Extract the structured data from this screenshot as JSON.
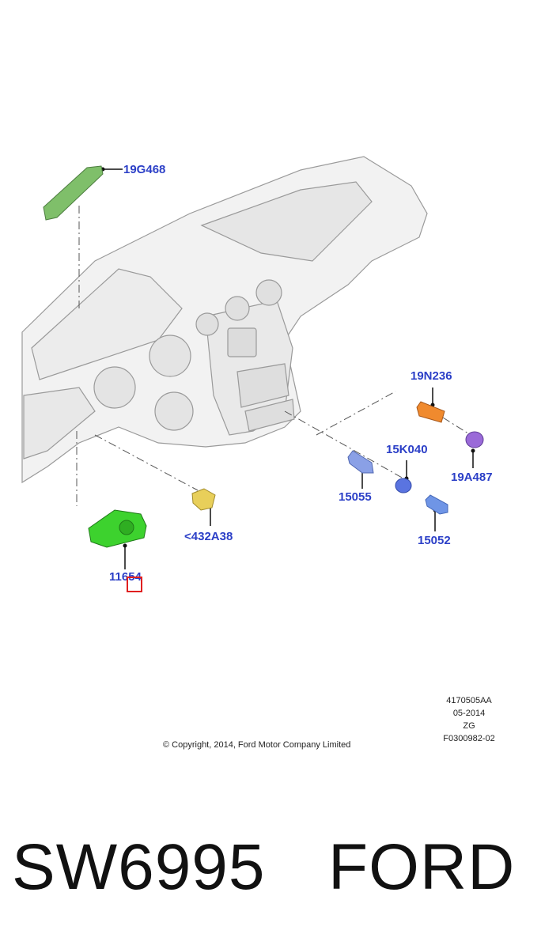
{
  "diagram": {
    "parts": [
      {
        "id": "19G468",
        "label": "19G468",
        "color": "#7fbf6a"
      },
      {
        "id": "19N236",
        "label": "19N236",
        "color": "#f08a2e"
      },
      {
        "id": "15K040",
        "label": "15K040",
        "color": "#5a74e0"
      },
      {
        "id": "19A487",
        "label": "19A487",
        "color": "#9a6ad8"
      },
      {
        "id": "15055",
        "label": "15055",
        "color": "#8aa0e6"
      },
      {
        "id": "15052",
        "label": "15052",
        "color": "#6f95e6"
      },
      {
        "id": "432A38",
        "label": "<432A38",
        "color": "#e8cf5a"
      },
      {
        "id": "11654",
        "label": "11654",
        "color": "#3dd22e"
      }
    ],
    "label_color": "#2b3fc7",
    "highlight_color": "#e02020"
  },
  "meta": {
    "code": "4170505AA",
    "date": "05-2014",
    "zone": "ZG",
    "ref": "F0300982-02"
  },
  "copyright": "© Copyright, 2014, Ford Motor Company Limited",
  "banner": {
    "part_number": "SW6995",
    "brand": "FORD"
  }
}
